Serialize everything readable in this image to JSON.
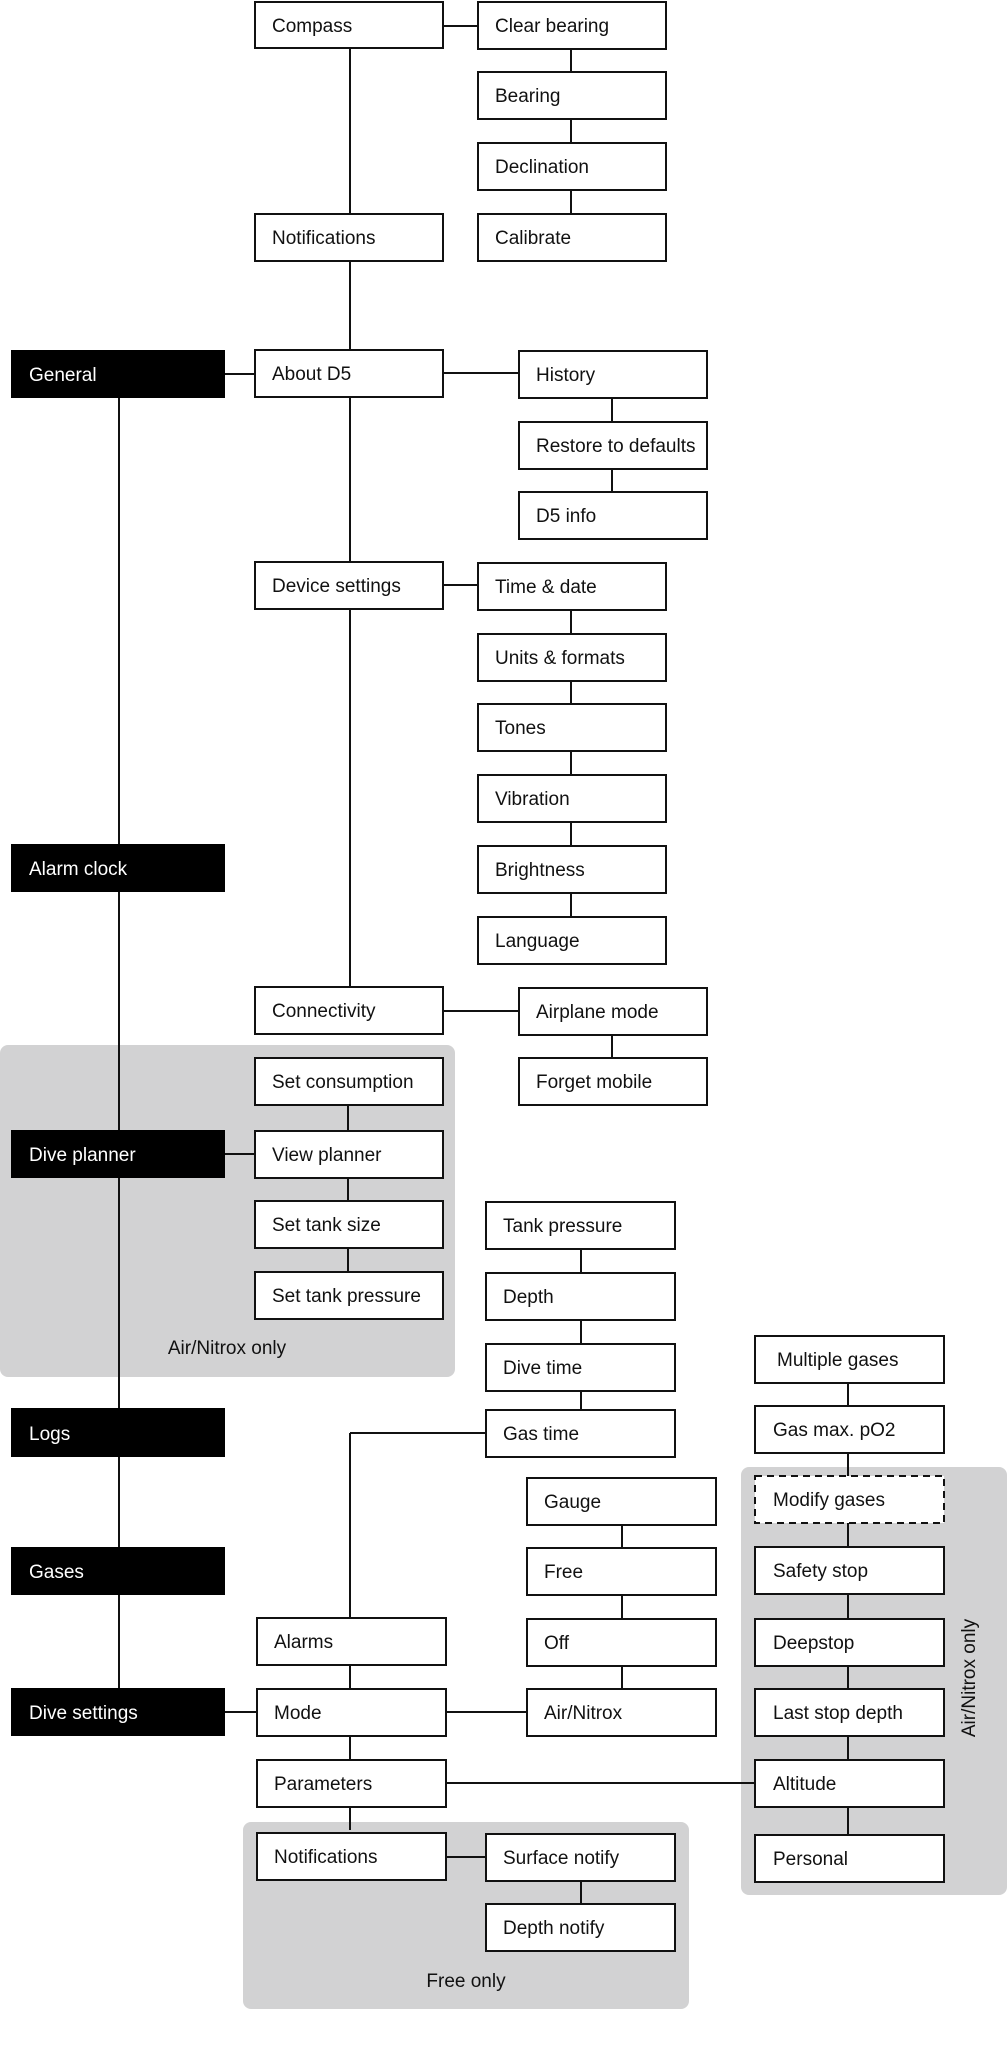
{
  "colors": {
    "top_level_fill": "#000000",
    "top_level_text": "#ffffff",
    "node_fill": "#ffffff",
    "node_border": "#111111",
    "group_background": "#d2d2d3"
  },
  "top_level": {
    "general": "General",
    "alarm_clock": "Alarm clock",
    "dive_planner": "Dive planner",
    "logs": "Logs",
    "gases": "Gases",
    "dive_settings": "Dive settings"
  },
  "general": {
    "compass": {
      "label": "Compass",
      "children": [
        "Clear bearing",
        "Bearing",
        "Declination",
        "Calibrate"
      ]
    },
    "notifications": "Notifications",
    "about": {
      "label": "About D5",
      "children": [
        "History",
        "Restore to defaults",
        "D5 info"
      ]
    },
    "device_settings": {
      "label": "Device settings",
      "children": [
        "Time & date",
        "Units & formats",
        "Tones",
        "Vibration",
        "Brightness",
        "Language"
      ]
    },
    "connectivity": {
      "label": "Connectivity",
      "children": [
        "Airplane mode",
        "Forget mobile"
      ]
    }
  },
  "dive_planner": {
    "items": [
      "Set consumption",
      "View planner",
      "Set tank size",
      "Set tank pressure"
    ],
    "group_note": "Air/Nitrox only"
  },
  "dive_settings": {
    "alarms": {
      "label": "Alarms",
      "children": [
        "Tank pressure",
        "Depth",
        "Dive time",
        "Gas time"
      ]
    },
    "mode": {
      "label": "Mode",
      "children": [
        "Gauge",
        "Free",
        "Off",
        "Air/Nitrox"
      ]
    },
    "parameters": {
      "label": "Parameters",
      "children": [
        "Multiple gases",
        "Gas max. pO2",
        "Modify gases",
        "Safety stop",
        "Deepstop",
        "Last stop depth",
        "Altitude",
        "Personal"
      ],
      "group_note": "Air/Nitrox only"
    },
    "notifications": {
      "label": "Notifications",
      "children": [
        "Surface notify",
        "Depth notify"
      ],
      "group_note": "Free only"
    }
  }
}
